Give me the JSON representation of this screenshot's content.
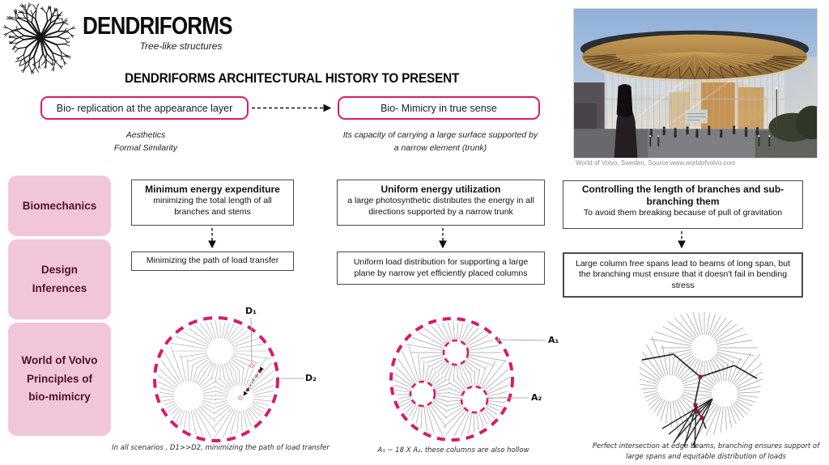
{
  "colors": {
    "accent_pink": "#d91a6d",
    "sidebar_pink": "#f2c6da",
    "sidebar_text": "#4d1228",
    "node_maroon": "#9c0f3c",
    "web_gray": "#a3a3a3"
  },
  "logo": {
    "icon": "dendrite-starburst-icon",
    "title": "DENDRIFORMS",
    "subtitle": "Tree-like structures"
  },
  "heading": "DENDRIFORMS  ARCHITECTURAL HISTORY TO PRESENT",
  "flow": {
    "left_box": "Bio- replication at the appearance layer",
    "left_note_1": "Aesthetics",
    "left_note_2": "Formal Similarity",
    "right_box": "Bio- Mimicry in true sense",
    "right_note": "Its capacity of carrying a large surface supported by a narrow element (trunk)"
  },
  "photo": {
    "caption": "World of Volvo, Sweden, Source:www.worldofvolvo.com"
  },
  "sidebar": {
    "items": [
      {
        "label": "Biomechanics"
      },
      {
        "label": "Design Inferences"
      },
      {
        "label": "World of Volvo Principles of bio-mimicry"
      }
    ]
  },
  "columns": [
    {
      "top_title": "Minimum energy expenditure",
      "top_body": "minimizing the total length of all branches and stems",
      "bottom": "Minimizing the path of load transfer"
    },
    {
      "top_title": "Uniform energy utilization",
      "top_body": "a large photosynthetic distributes the energy in all directions supported by a narrow trunk",
      "bottom": "Uniform load distribution for supporting a large plane by narrow yet efficiently placed columns"
    },
    {
      "top_title": "Controlling the length of branches and sub-branching them",
      "top_body": "To avoid them breaking because of pull of gravitation",
      "bottom": "Large column free spans lead to beams of long span, but the branching must ensure that it doesn't fail in bending stress"
    }
  ],
  "diagrams": [
    {
      "labels": [
        "D₁",
        "D₂"
      ],
      "caption": "In all scenarios , D1>>D2, minimizing the path of load transfer"
    },
    {
      "labels": [
        "A₁",
        "A₂"
      ],
      "caption": "A₁ ~ 18 X A₂. these columns are also hollow"
    },
    {
      "caption": "Perfect intersection at edge beams, branching ensures support of large spans and equitable distribution of loads"
    }
  ]
}
